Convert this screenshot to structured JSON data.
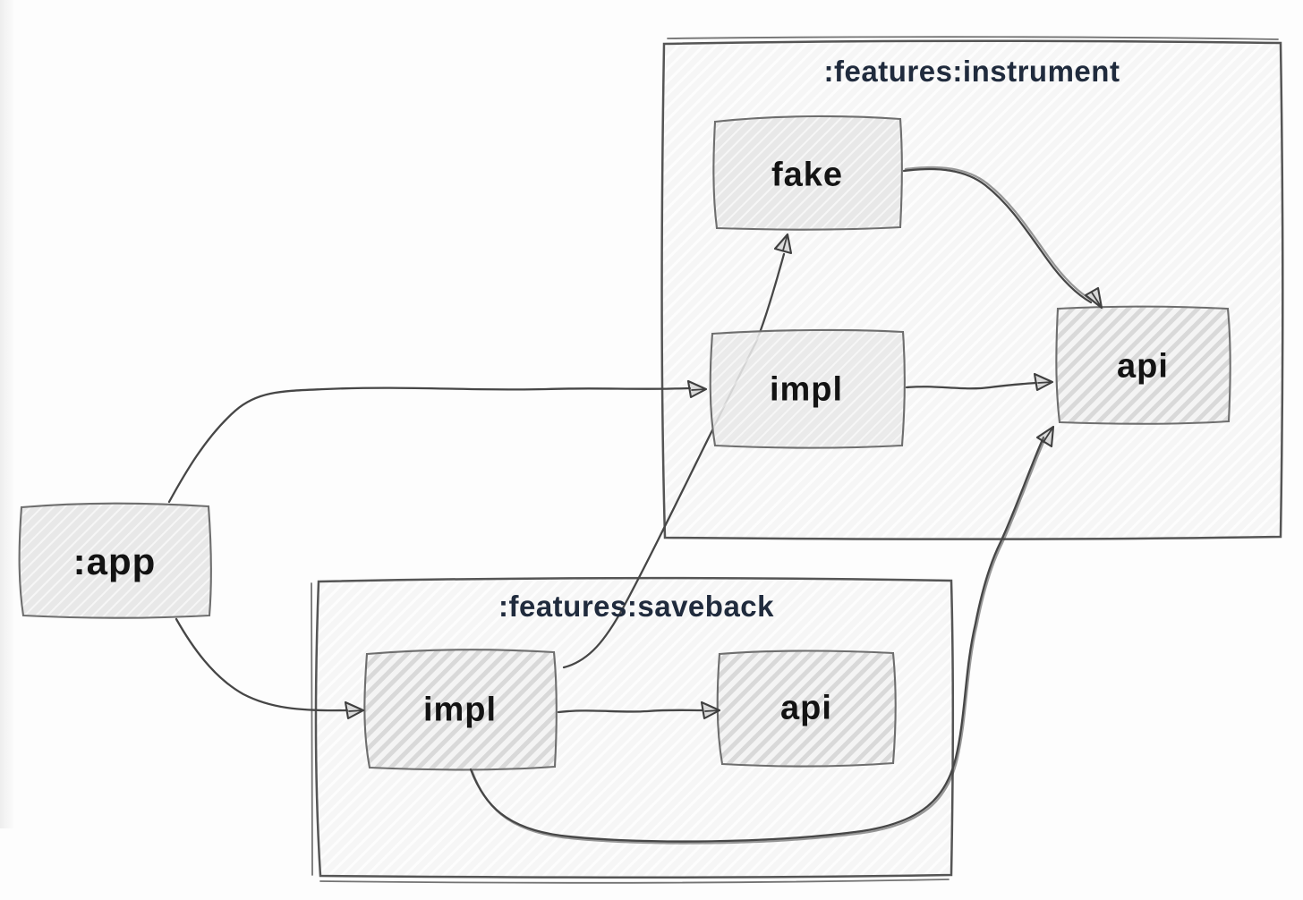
{
  "diagram": {
    "containers": {
      "instrument": {
        "label": ":features:instrument"
      },
      "saveback": {
        "label": ":features:saveback"
      }
    },
    "nodes": {
      "app": {
        "label": ":app"
      },
      "instrument_fake": {
        "label": "fake"
      },
      "instrument_impl": {
        "label": "impl"
      },
      "instrument_api": {
        "label": "api"
      },
      "saveback_impl": {
        "label": "impl"
      },
      "saveback_api": {
        "label": "api"
      }
    },
    "edges": [
      {
        "from": ":app",
        "to": ":features:instrument impl"
      },
      {
        "from": ":app",
        "to": ":features:saveback impl"
      },
      {
        "from": ":features:instrument impl",
        "to": ":features:instrument api"
      },
      {
        "from": ":features:instrument fake",
        "to": ":features:instrument api"
      },
      {
        "from": ":features:saveback impl",
        "to": ":features:instrument fake"
      },
      {
        "from": ":features:saveback impl",
        "to": ":features:saveback api"
      },
      {
        "from": ":features:saveback impl",
        "to": ":features:instrument api"
      }
    ],
    "colors": {
      "background": "#fdfdfd",
      "container_fill": "#f6f6f6",
      "container_border": "#555555",
      "node_fill_soft": "#e8e8e8",
      "node_fill_striped": "#f4f4f4",
      "stripe_line": "#d9d9d9",
      "node_border": "#6e6e6e",
      "edge_line": "#464646",
      "title_text": "#202b3d",
      "label_text": "#131313"
    }
  }
}
